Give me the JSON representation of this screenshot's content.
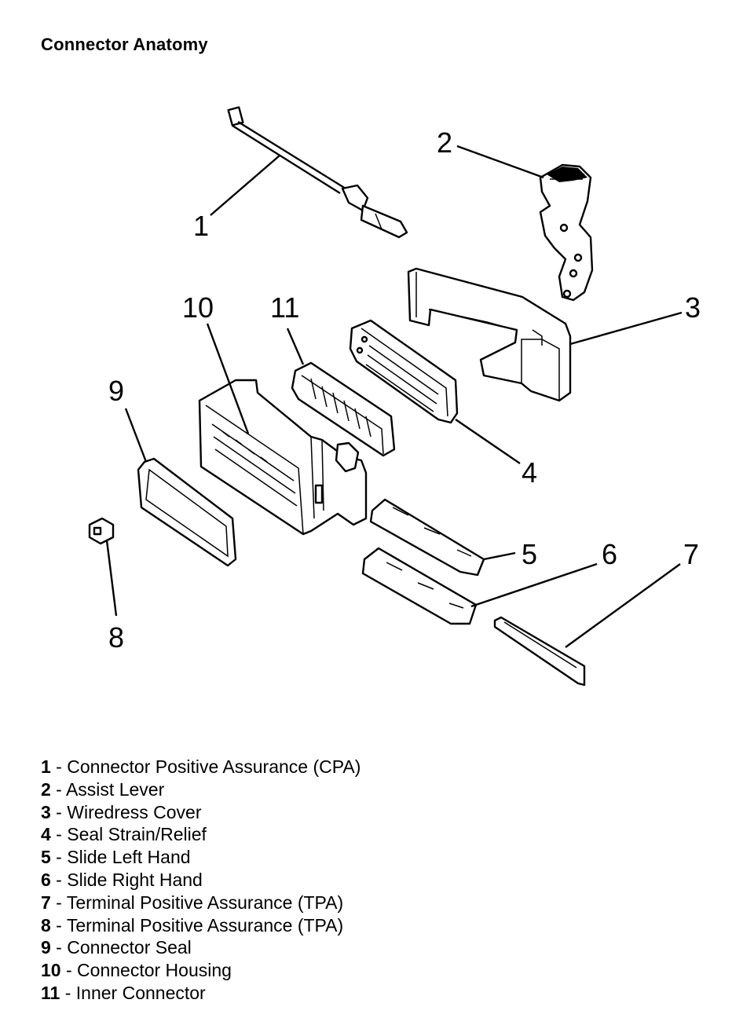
{
  "title": "Connector Anatomy",
  "callouts": [
    "1",
    "2",
    "3",
    "4",
    "5",
    "6",
    "7",
    "8",
    "9",
    "10",
    "11"
  ],
  "legend": [
    {
      "num": "1",
      "sep": " - ",
      "label": "Connector Positive Assurance (CPA)"
    },
    {
      "num": "2",
      "sep": " - ",
      "label": "Assist Lever"
    },
    {
      "num": "3",
      "sep": " - ",
      "label": "Wiredress Cover"
    },
    {
      "num": "4",
      "sep": " - ",
      "label": "Seal Strain/Relief"
    },
    {
      "num": "5",
      "sep": " - ",
      "label": "Slide Left Hand"
    },
    {
      "num": "6",
      "sep": " - ",
      "label": "Slide Right Hand"
    },
    {
      "num": "7",
      "sep": " - ",
      "label": "Terminal Positive Assurance (TPA)"
    },
    {
      "num": "8",
      "sep": " - ",
      "label": "Terminal Positive Assurance (TPA)"
    },
    {
      "num": "9",
      "sep": " - ",
      "label": "Connector Seal"
    },
    {
      "num": "10",
      "sep": " - ",
      "label": "Connector Housing"
    },
    {
      "num": "11",
      "sep": " - ",
      "label": "Inner Connector"
    }
  ]
}
